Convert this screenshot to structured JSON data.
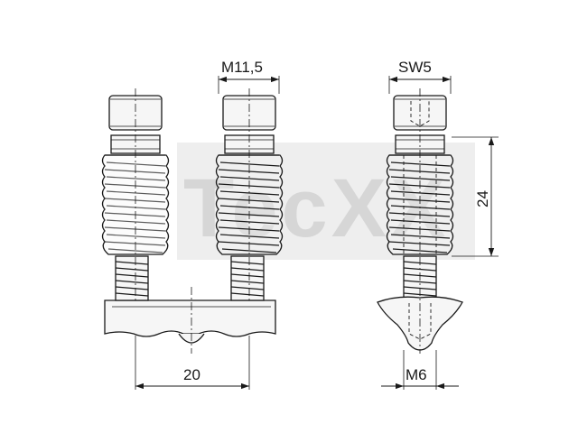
{
  "watermark": {
    "text": "TecXX",
    "color": "#d9d9d9"
  },
  "dimensions": {
    "thread_diameter": "M11,5",
    "socket_size": "SW5",
    "height": "24",
    "spacing": "20",
    "bolt_thread": "M6"
  },
  "colors": {
    "line": "#1a1a1a",
    "part_fill": "#f6f6f6",
    "watermark_box": "#e6e6e6"
  }
}
